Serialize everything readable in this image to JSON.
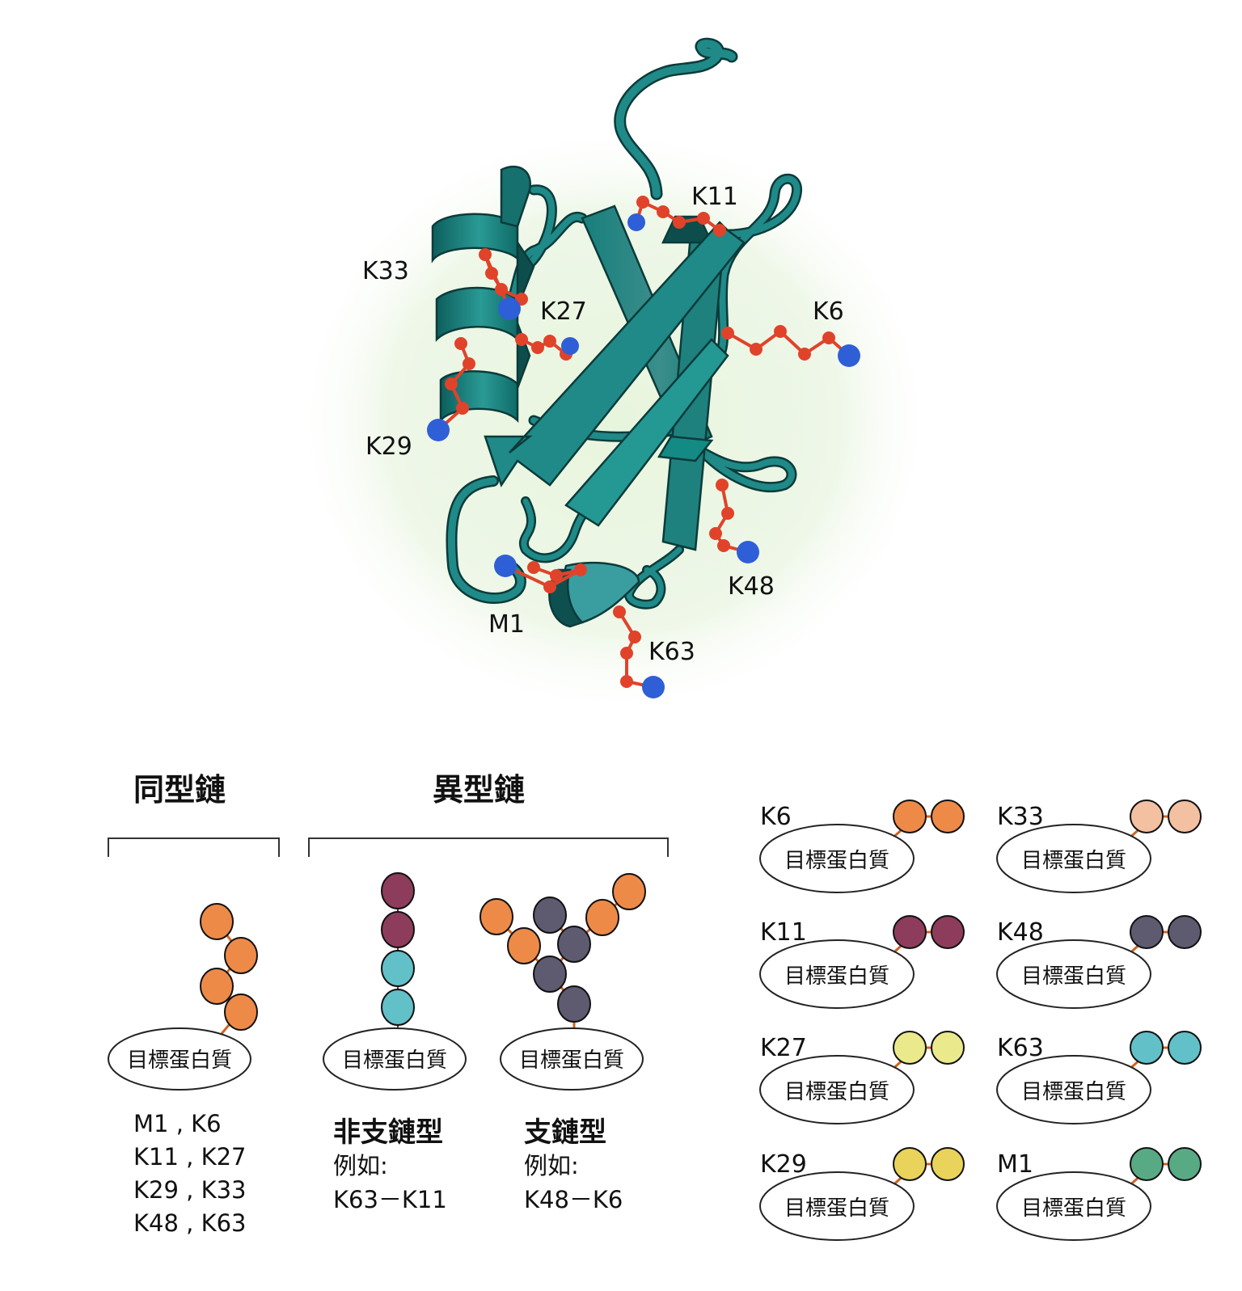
{
  "structure": {
    "residue_labels": [
      {
        "id": "K11",
        "text": "K11"
      },
      {
        "id": "K33",
        "text": "K33"
      },
      {
        "id": "K27",
        "text": "K27"
      },
      {
        "id": "K6",
        "text": "K6"
      },
      {
        "id": "K29",
        "text": "K29"
      },
      {
        "id": "K48",
        "text": "K48"
      },
      {
        "id": "M1",
        "text": "M1"
      },
      {
        "id": "K63",
        "text": "K63"
      }
    ],
    "colors": {
      "ribbon": "#1f8a88",
      "ribbon_dark": "#0e5656",
      "side_chain": "#e0432a",
      "amine": "#2f5fd6",
      "glow": "#e6f4de"
    }
  },
  "homotypic": {
    "title": "同型鏈",
    "target_label": "目標蛋白質",
    "linkages": [
      "M1 , K6",
      "K11 , K27",
      "K29 , K33",
      "K48 , K63"
    ]
  },
  "heterotypic": {
    "title": "異型鏈",
    "unbranched": {
      "title": "非支鏈型",
      "example_prefix": "例如:",
      "example": "K63－K11",
      "target_label": "目標蛋白質"
    },
    "branched": {
      "title": "支鏈型",
      "example_prefix": "例如:",
      "example": "K48－K6",
      "target_label": "目標蛋白質"
    }
  },
  "legend": {
    "target_label": "目標蛋白質",
    "items": [
      {
        "label": "K6",
        "color": "#ee8a48"
      },
      {
        "label": "K33",
        "color": "#f4c0a2"
      },
      {
        "label": "K11",
        "color": "#8e3c5c"
      },
      {
        "label": "K48",
        "color": "#5e5a70"
      },
      {
        "label": "K27",
        "color": "#eaea8c"
      },
      {
        "label": "K63",
        "color": "#62c0c8"
      },
      {
        "label": "K29",
        "color": "#ead35a"
      },
      {
        "label": "M1",
        "color": "#58aa84"
      }
    ]
  }
}
